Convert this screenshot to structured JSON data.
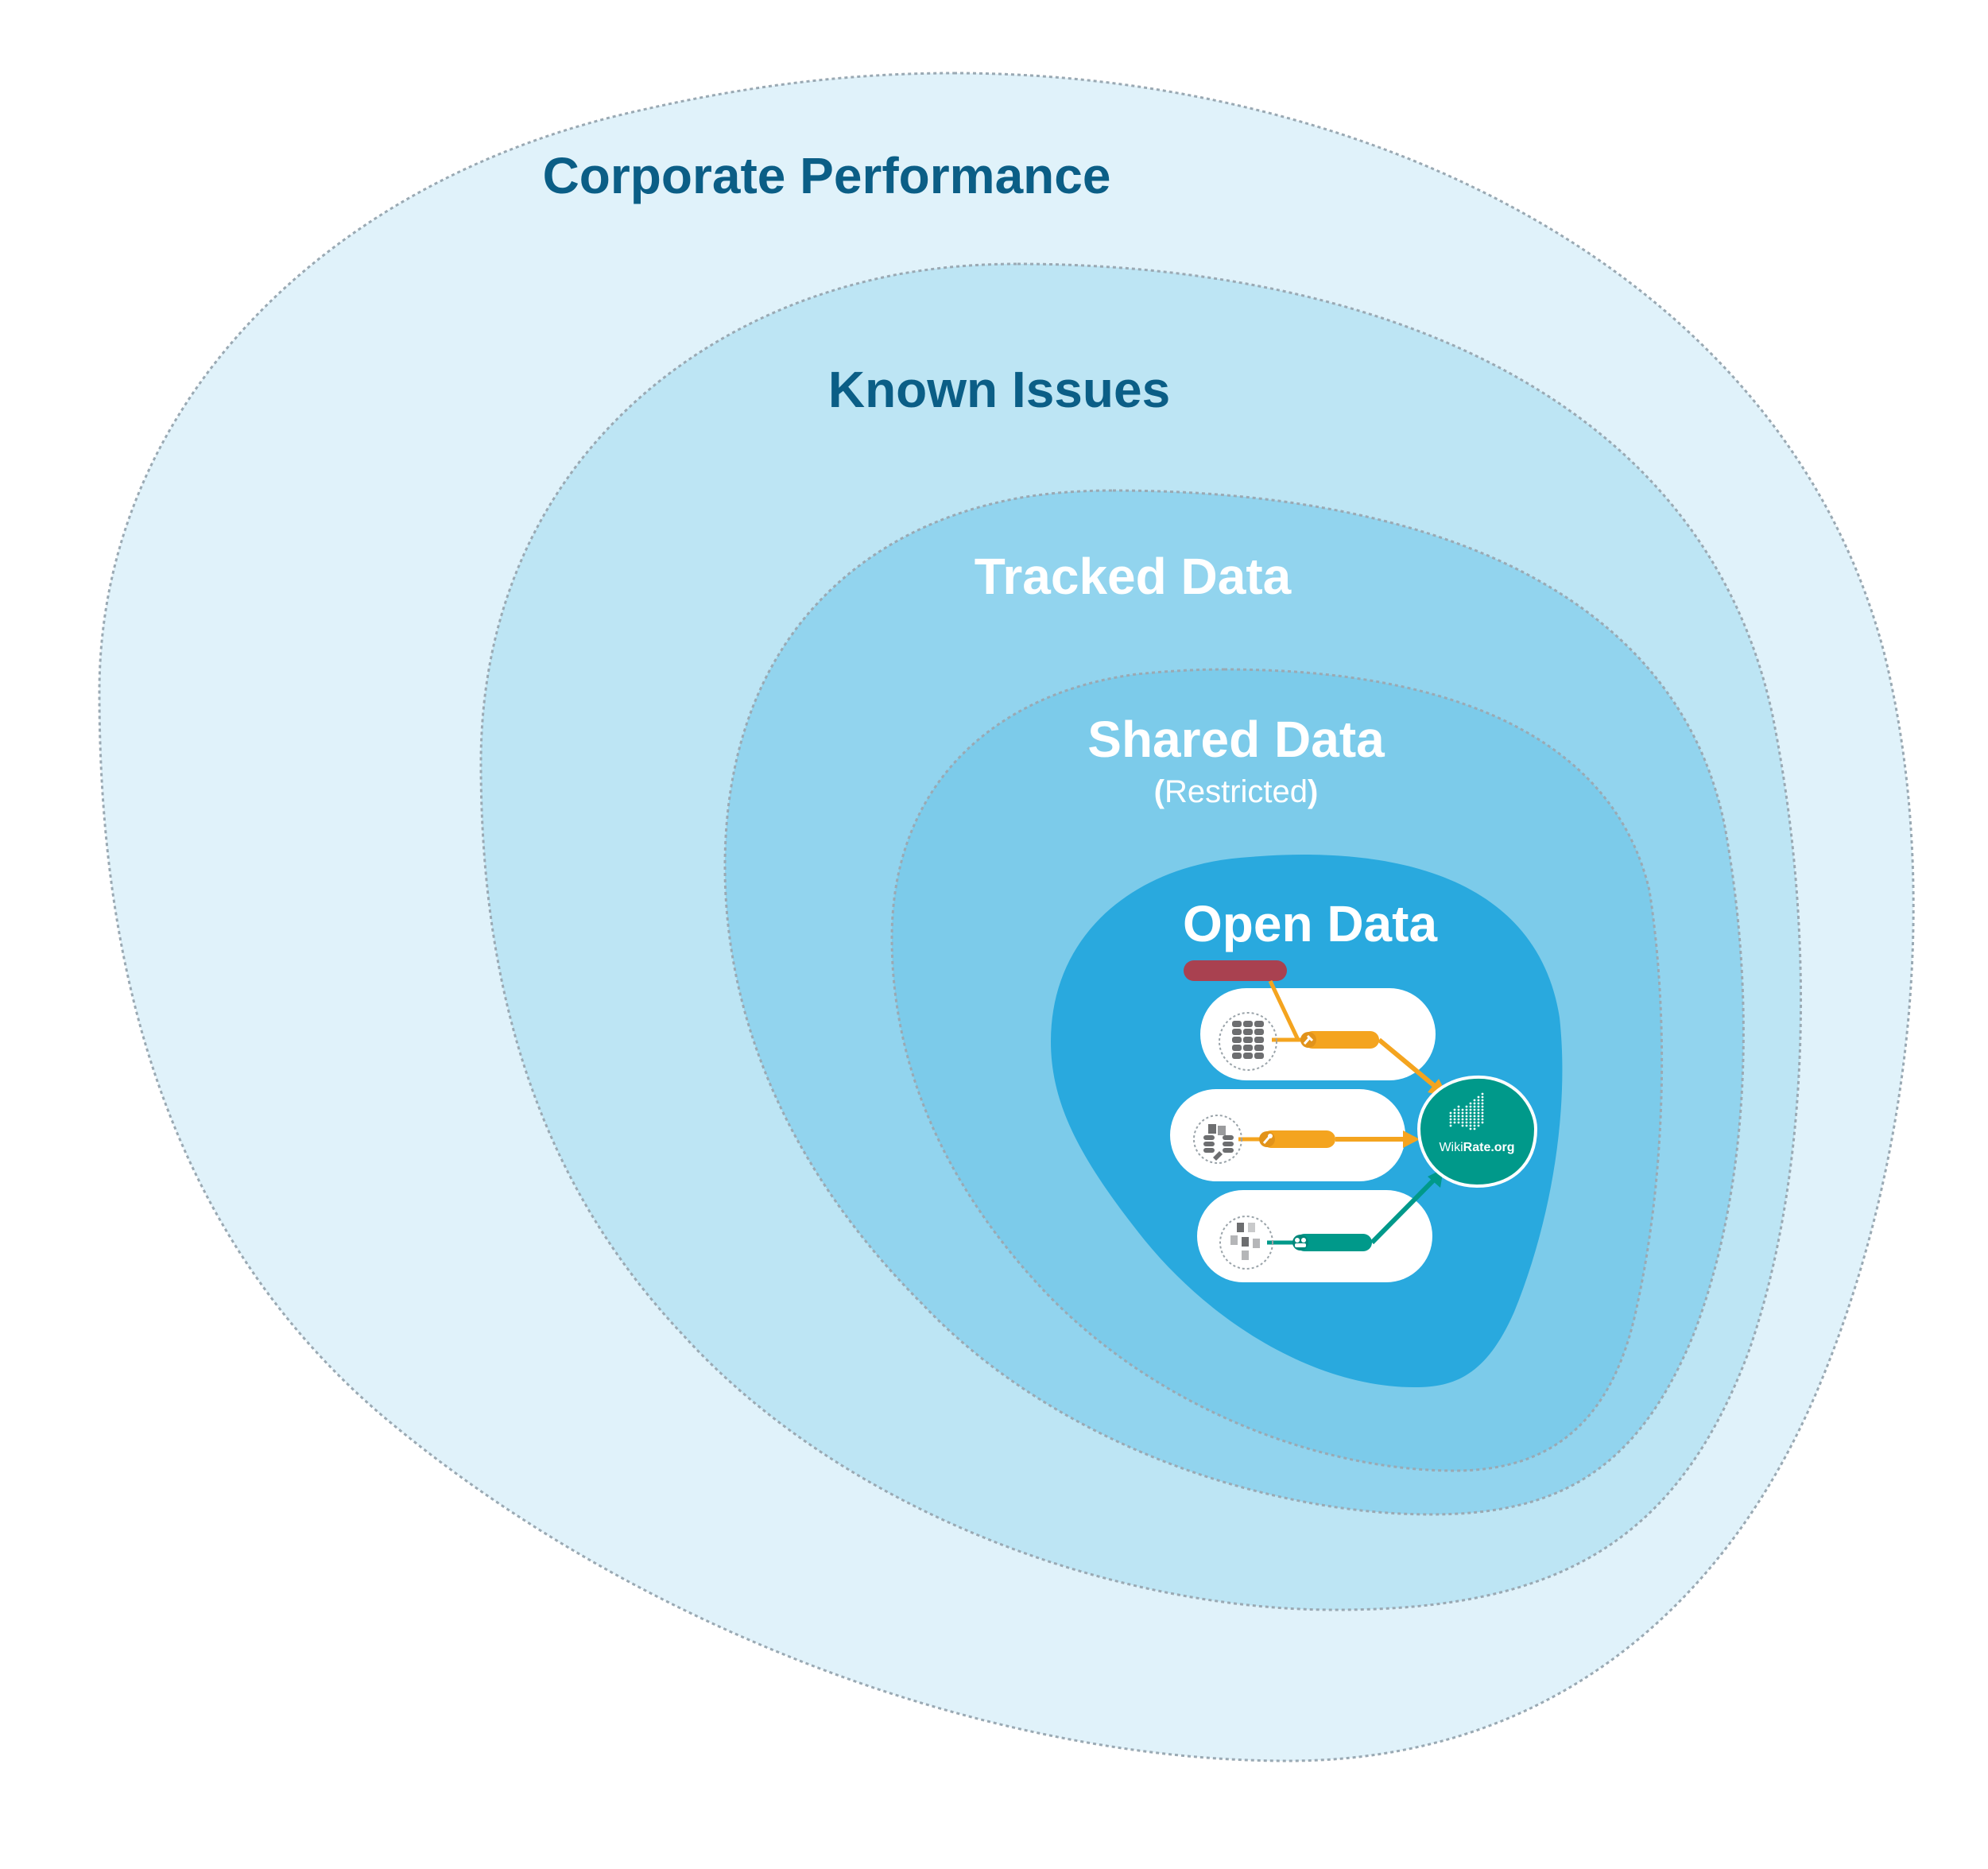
{
  "diagram": {
    "title": "Corporate Performance data layers",
    "layers": [
      {
        "id": "corporate-performance",
        "label": "Corporate Performance",
        "fill": "#e0f2fa",
        "text_color": "#0b5e86"
      },
      {
        "id": "known-issues",
        "label": "Known Issues",
        "fill": "#bde5f4",
        "text_color": "#0b5e86"
      },
      {
        "id": "tracked-data",
        "label": "Tracked Data",
        "fill": "#92d4ee",
        "text_color": "#ffffff"
      },
      {
        "id": "shared-data",
        "label": "Shared Data",
        "sublabel_open": "(",
        "sublabel_text": "Restricted",
        "sublabel_close": ")",
        "fill": "#7ccbea",
        "text_color": "#ffffff"
      },
      {
        "id": "open-data",
        "label": "Open Data",
        "fill": "#29a9de",
        "text_color": "#ffffff"
      }
    ],
    "open_data_flow": {
      "sources": [
        {
          "id": "databases",
          "icon": "database-stack-icon",
          "connector_icon": "plug-icon",
          "line_color": "#f4a41f"
        },
        {
          "id": "integrations",
          "icon": "database-integration-icon",
          "connector_icon": "wrench-icon",
          "line_color": "#f4a41f"
        },
        {
          "id": "documents",
          "icon": "documents-icon",
          "connector_icon": "people-icon",
          "line_color": "#00998a"
        }
      ],
      "tag_color": "#a94150",
      "target": {
        "label_light": "Wiki",
        "label_bold": "Rate.org",
        "fill": "#00998a",
        "icon": "wikirate-logo-icon"
      }
    },
    "colors": {
      "outline": "#9aa9b3",
      "pill_bg": "#ffffff",
      "icon_gray": "#6d6e70"
    }
  }
}
